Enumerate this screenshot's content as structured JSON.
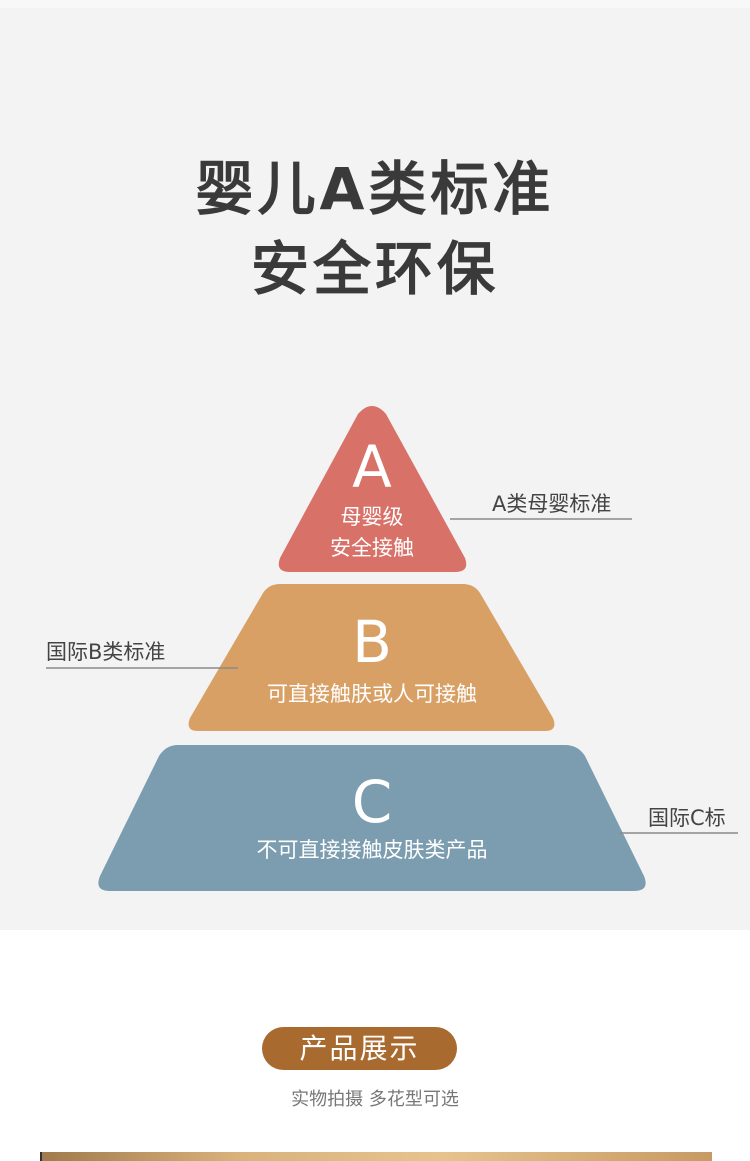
{
  "header": {
    "title_line1": "婴儿A类标准",
    "title_line2": "安全环保"
  },
  "pyramid": {
    "tiers": [
      {
        "letter": "A",
        "lines": [
          "母婴级",
          "安全接触"
        ],
        "color": "#d87168"
      },
      {
        "letter": "B",
        "lines": [
          "可直接触肤或人可接触"
        ],
        "color": "#d9a065"
      },
      {
        "letter": "C",
        "lines": [
          "不可直接接触皮肤类产品"
        ],
        "color": "#7b9daf"
      }
    ],
    "annotations": {
      "a": "A类母婴标准",
      "b": "国际B类标准",
      "c": "国际C标"
    }
  },
  "showcase": {
    "badge": "产品展示",
    "subtitle": "实物拍摄  多花型可选",
    "badge_color": "#a86a2f"
  }
}
